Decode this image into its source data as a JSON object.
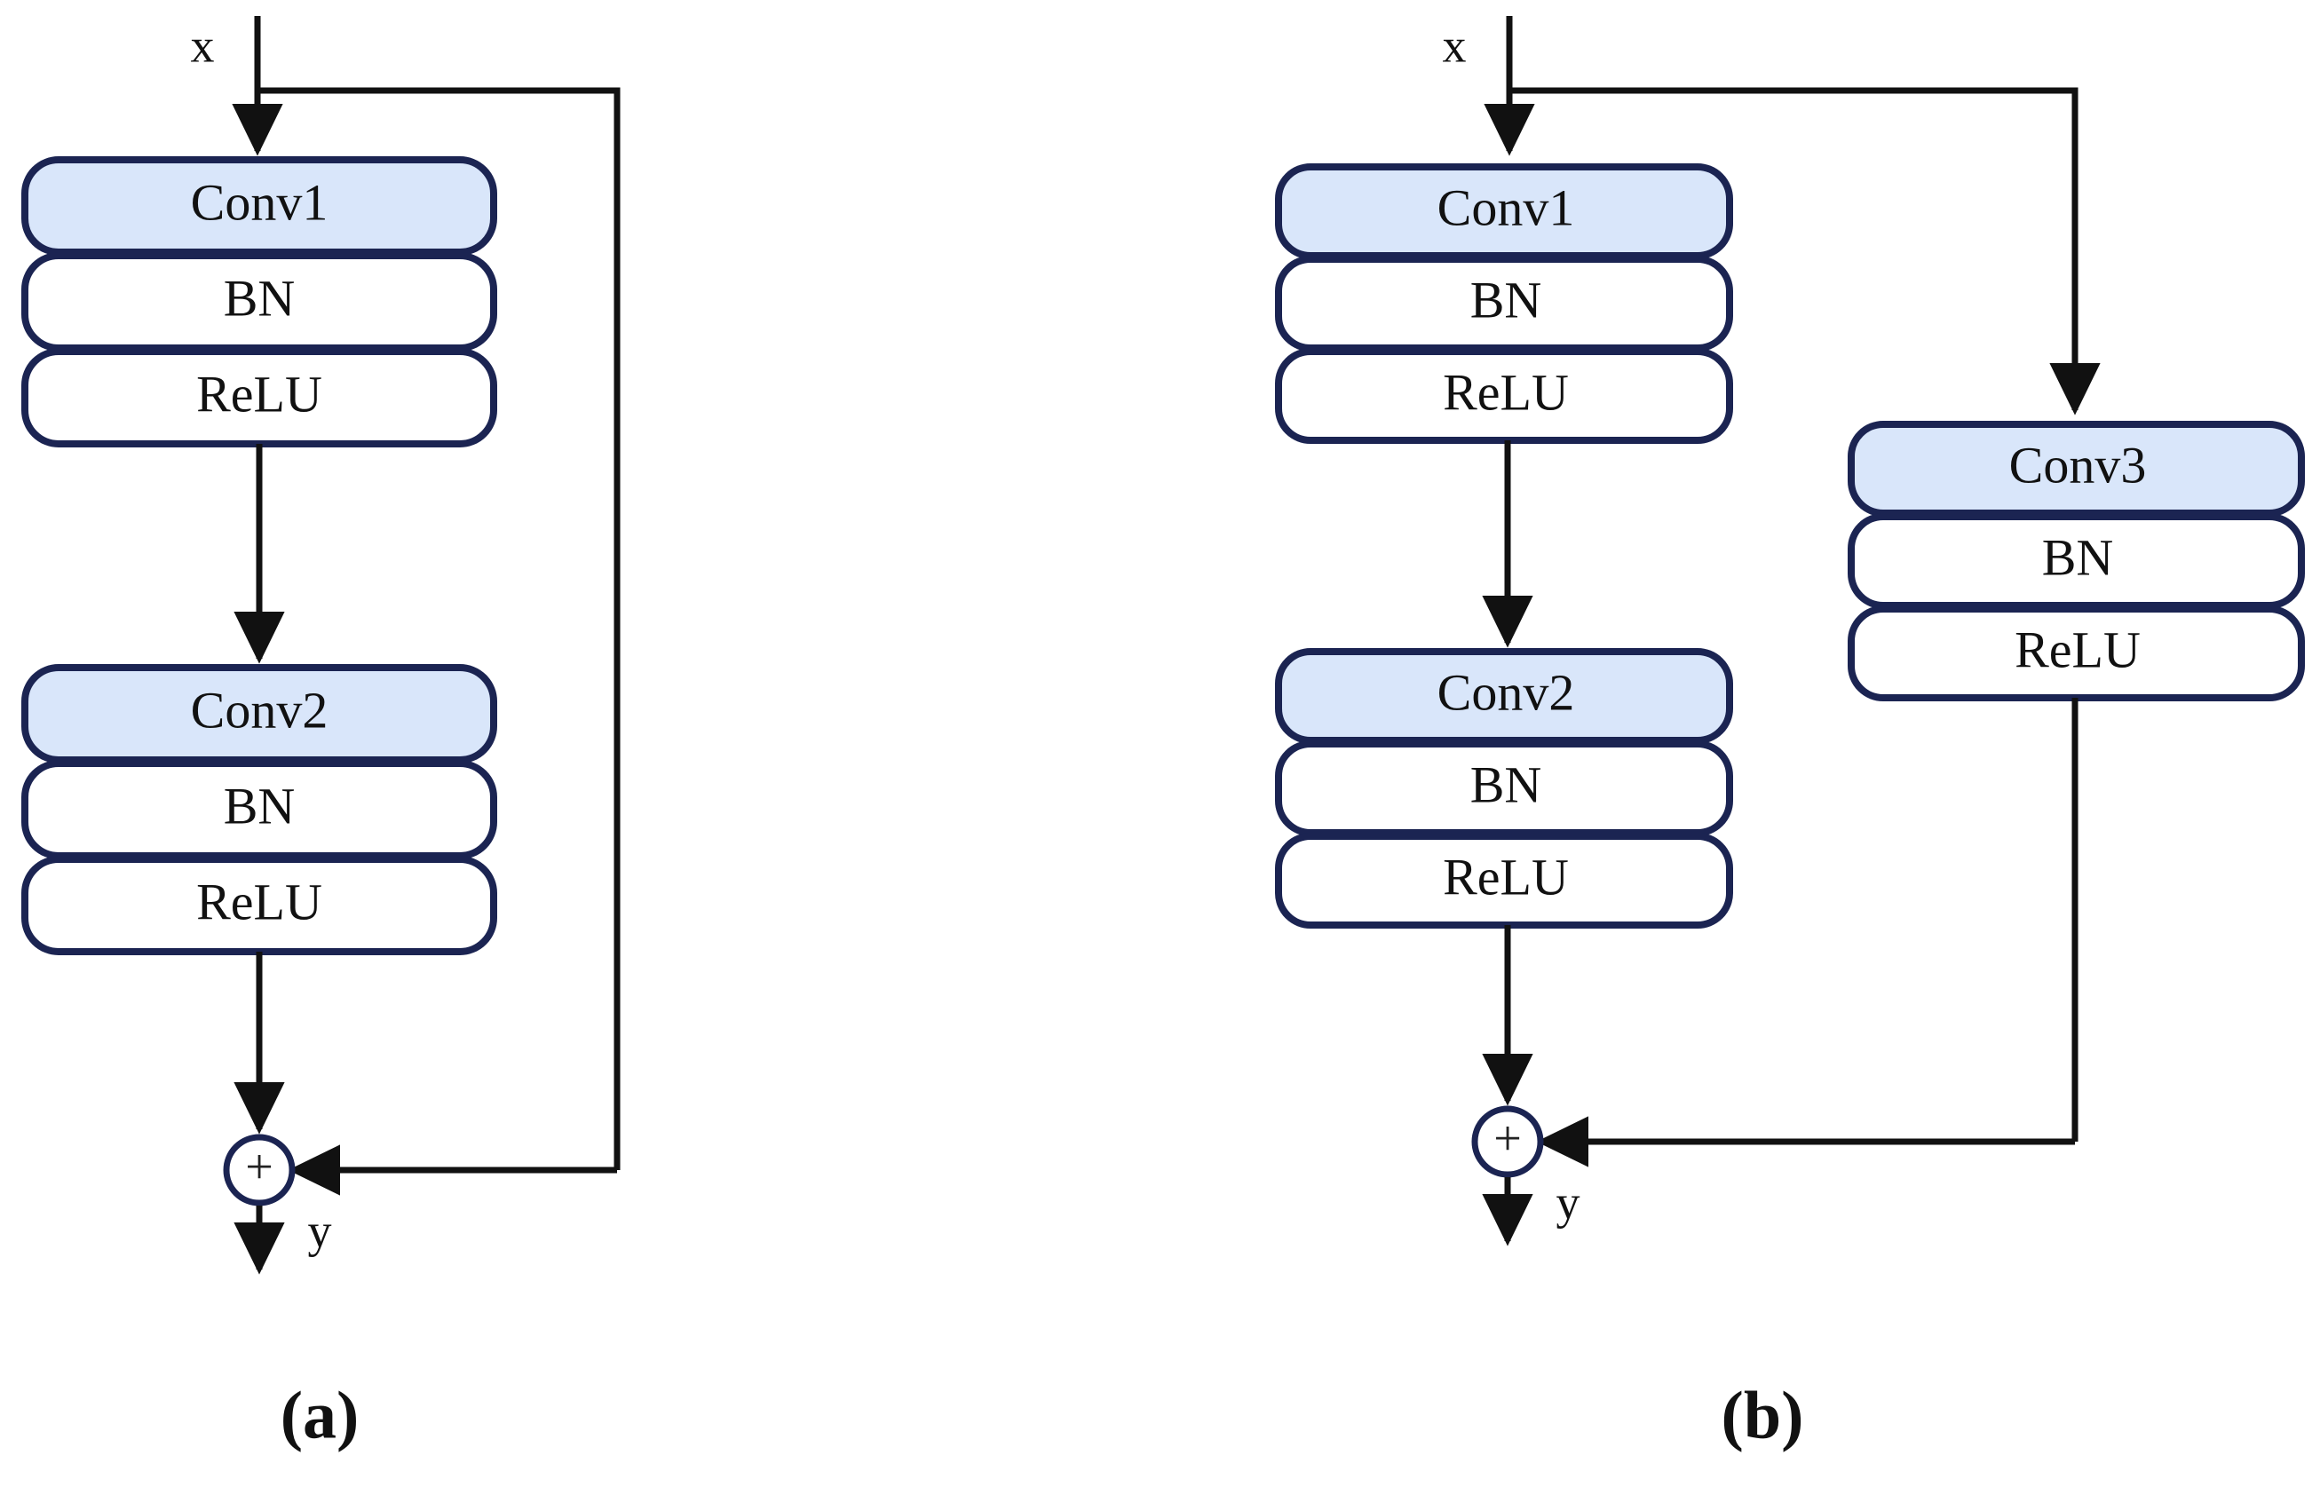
{
  "figure": {
    "background_color": "#ffffff",
    "block_fill_highlight": "#d9e6fa",
    "block_fill_plain": "#ffffff",
    "block_border_color": "#1b2452",
    "line_color": "#111111",
    "text_color": "#111111",
    "panels": [
      {
        "id": "panel-a",
        "caption": "(a)",
        "input_label": "x",
        "output_label": "y",
        "merge_symbol": "+",
        "main_branch": {
          "groups": [
            {
              "id": "group-a1",
              "blocks": [
                {
                  "label": "Conv1",
                  "highlight": true
                },
                {
                  "label": "BN",
                  "highlight": false
                },
                {
                  "label": "ReLU",
                  "highlight": false
                }
              ]
            },
            {
              "id": "group-a2",
              "blocks": [
                {
                  "label": "Conv2",
                  "highlight": true
                },
                {
                  "label": "BN",
                  "highlight": false
                },
                {
                  "label": "ReLU",
                  "highlight": false
                }
              ]
            }
          ]
        },
        "shortcut_branch": {
          "type": "identity",
          "blocks": []
        }
      },
      {
        "id": "panel-b",
        "caption": "(b)",
        "input_label": "x",
        "output_label": "y",
        "merge_symbol": "+",
        "main_branch": {
          "groups": [
            {
              "id": "group-b1",
              "blocks": [
                {
                  "label": "Conv1",
                  "highlight": true
                },
                {
                  "label": "BN",
                  "highlight": false
                },
                {
                  "label": "ReLU",
                  "highlight": false
                }
              ]
            },
            {
              "id": "group-b2",
              "blocks": [
                {
                  "label": "Conv2",
                  "highlight": true
                },
                {
                  "label": "BN",
                  "highlight": false
                },
                {
                  "label": "ReLU",
                  "highlight": false
                }
              ]
            }
          ]
        },
        "shortcut_branch": {
          "type": "projection",
          "blocks": [
            {
              "label": "Conv3",
              "highlight": true
            },
            {
              "label": "BN",
              "highlight": false
            },
            {
              "label": "ReLU",
              "highlight": false
            }
          ]
        }
      }
    ]
  }
}
